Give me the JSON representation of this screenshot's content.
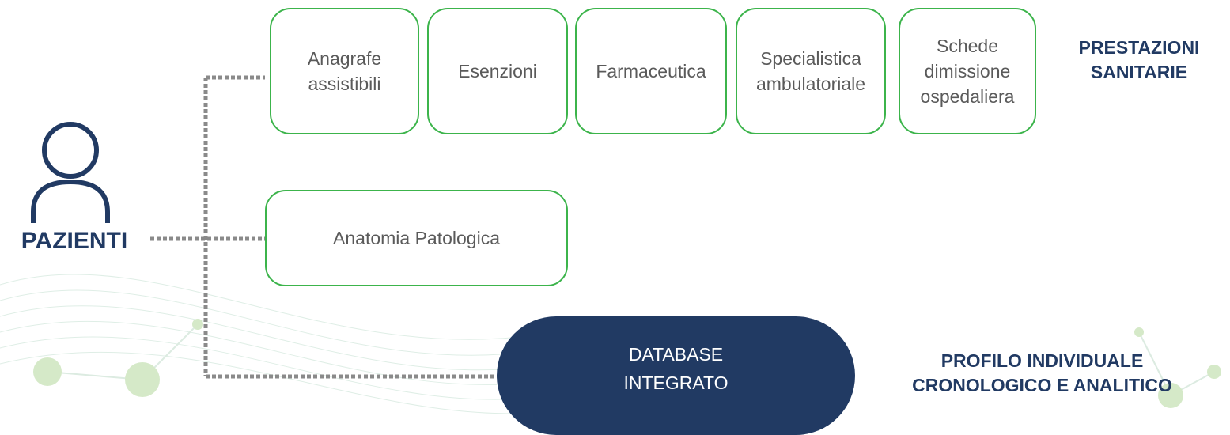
{
  "patient": {
    "label": "PAZIENTI",
    "icon": "person-icon"
  },
  "sources": [
    {
      "lines": [
        "Anagrafe",
        "assistibili"
      ]
    },
    {
      "lines": [
        "Esenzioni"
      ]
    },
    {
      "lines": [
        "Farmaceutica"
      ]
    },
    {
      "lines": [
        "Specialistica",
        "ambulatoriale"
      ]
    },
    {
      "lines": [
        "Schede",
        "dimissione",
        "ospedaliera"
      ]
    }
  ],
  "anatomia": {
    "label": "Anatomia Patologica"
  },
  "database": {
    "lines": [
      "DATABASE",
      "INTEGRATO"
    ]
  },
  "labels": {
    "prestazioni": [
      "PRESTAZIONI",
      "SANITARIE"
    ],
    "profilo": [
      "PROFILO INDIVIDUALE",
      "CRONOLOGICO E ANALITICO"
    ]
  },
  "colors": {
    "box_border": "#3cb44b",
    "navy": "#213a63",
    "box_text": "#5a5a5a",
    "connector": "#8a8a8a"
  }
}
